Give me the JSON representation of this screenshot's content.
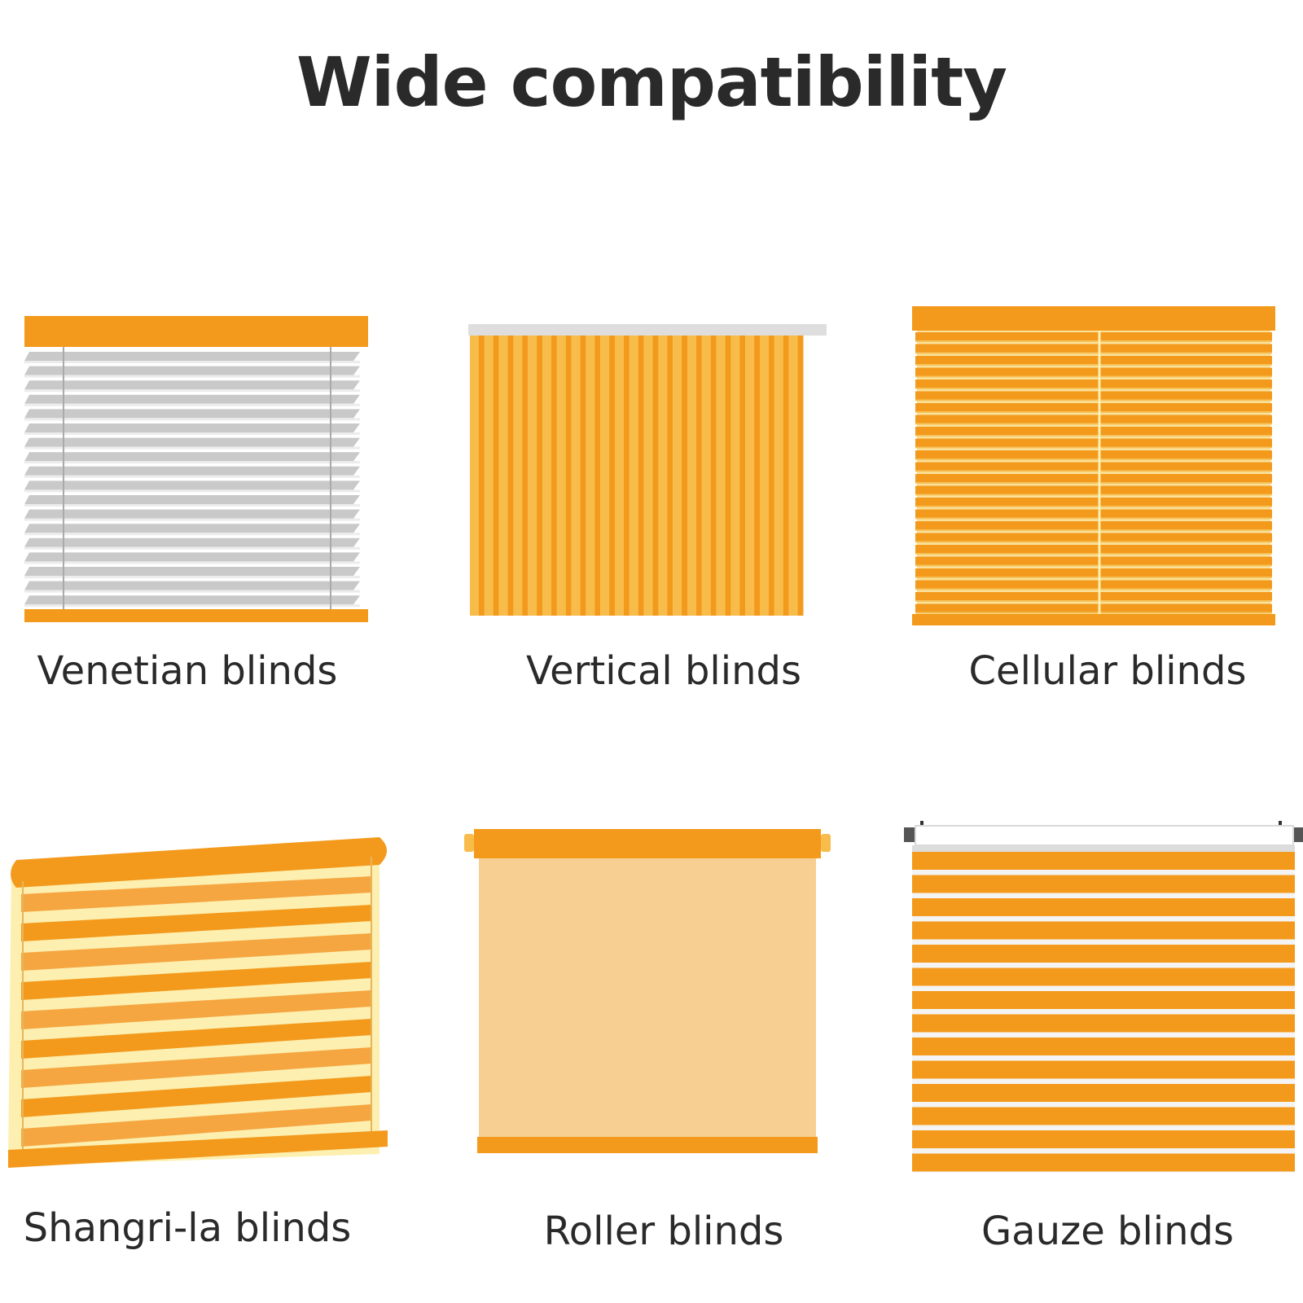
{
  "page": {
    "title": "Wide compatibility"
  },
  "blinds": [
    {
      "label": "Venetian blinds",
      "icon": "venetian-blind-icon"
    },
    {
      "label": "Vertical blinds",
      "icon": "vertical-blind-icon"
    },
    {
      "label": "Cellular blinds",
      "icon": "cellular-blind-icon"
    },
    {
      "label": "Shangri-la blinds",
      "icon": "shangri-la-blind-icon"
    },
    {
      "label": "Roller blinds",
      "icon": "roller-blind-icon"
    },
    {
      "label": "Gauze blinds",
      "icon": "gauze-blind-icon"
    }
  ],
  "colors": {
    "orange": "#f39a1c",
    "light_orange": "#f8bc4a",
    "pale_orange": "#f8cf93",
    "cream": "#fcefb0",
    "grey_slat": "#c9c9c9",
    "text": "#2a2a2a"
  }
}
